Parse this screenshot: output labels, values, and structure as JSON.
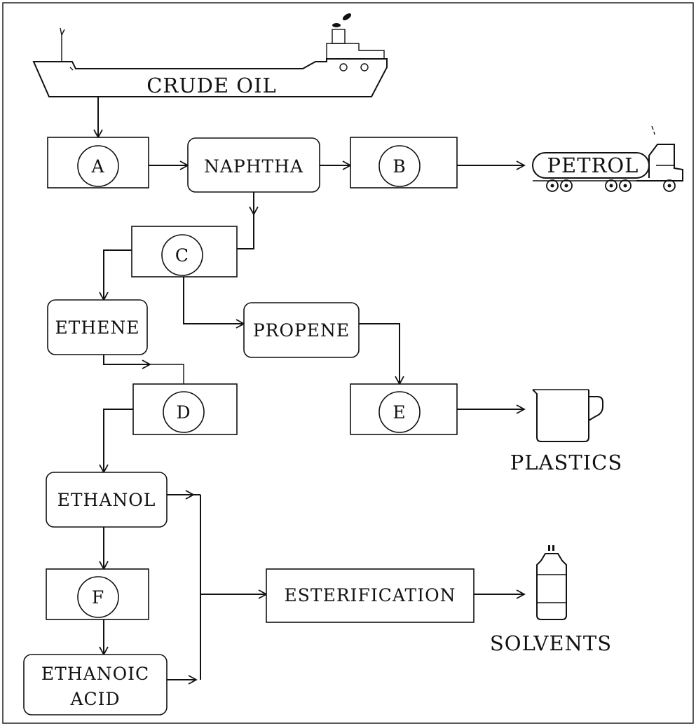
{
  "diagram": {
    "crude_oil": "CRUDE OIL",
    "steps": {
      "a": "A",
      "b": "B",
      "c": "C",
      "d": "D",
      "e": "E",
      "f": "F"
    },
    "products": {
      "naphtha": "NAPHTHA",
      "ethene": "ETHENE",
      "propene": "PROPENE",
      "ethanol": "ETHANOL",
      "ethanoic_acid_line1": "ETHANOIC",
      "ethanoic_acid_line2": "ACID",
      "esterification": "ESTERIFICATION"
    },
    "end_uses": {
      "petrol": "PETROL",
      "plastics": "PLASTICS",
      "solvents": "SOLVENTS"
    },
    "icons": [
      "tanker-ship-icon",
      "tanker-truck-icon",
      "jug-icon",
      "bottle-icon"
    ]
  }
}
